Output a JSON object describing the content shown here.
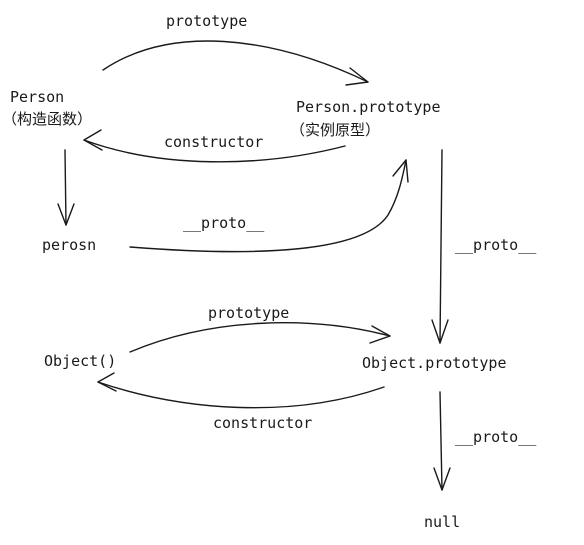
{
  "nodes": {
    "person": {
      "title": "Person",
      "subtitle": "（构造函数）"
    },
    "person_prototype": {
      "title": "Person.prototype",
      "subtitle": "（实例原型）"
    },
    "instance": {
      "title": "perosn"
    },
    "object_ctor": {
      "title": "Object()"
    },
    "object_prototype": {
      "title": "Object.prototype"
    },
    "null_node": {
      "title": "null"
    }
  },
  "edges": {
    "person_to_proto": {
      "label": "prototype"
    },
    "proto_to_person": {
      "label": "constructor"
    },
    "instance_to_proto": {
      "label": "__proto__"
    },
    "personproto_to_objproto": {
      "label": "__proto__"
    },
    "object_to_proto": {
      "label": "prototype"
    },
    "objproto_to_object": {
      "label": "constructor"
    },
    "objproto_to_null": {
      "label": "__proto__"
    }
  },
  "colors": {
    "ink": "#1a1a1a",
    "background": "#ffffff"
  }
}
